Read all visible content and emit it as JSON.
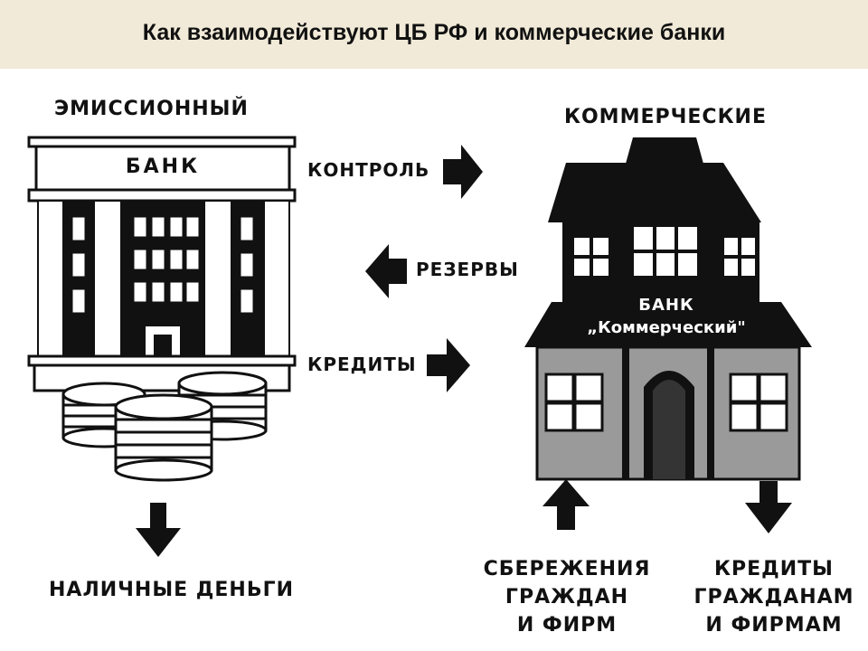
{
  "title": "Как взаимодействуют ЦБ РФ и коммерческие банки",
  "emission_bank": {
    "top_label": "ЭМИССИОННЫЙ",
    "sign": "БАНК"
  },
  "commercial_bank": {
    "top_label": "КОММЕРЧЕСКИЕ",
    "sign_line1": "БАНК",
    "sign_line2": "„Коммерческий\""
  },
  "flows": {
    "control": "КОНТРОЛЬ",
    "reserves": "РЕЗЕРВЫ",
    "credits": "КРЕДИТЫ"
  },
  "cash": "НАЛИЧНЫЕ ДЕНЬГИ",
  "savings": [
    "СБЕРЕЖЕНИЯ",
    "ГРАЖДАН",
    "И ФИРМ"
  ],
  "loans": [
    "КРЕДИТЫ",
    "ГРАЖДАНАМ",
    "И ФИРМАМ"
  ],
  "colors": {
    "ink": "#111111",
    "header_bg": "#f1ead8",
    "wall_gray": "#9a9a9a"
  }
}
